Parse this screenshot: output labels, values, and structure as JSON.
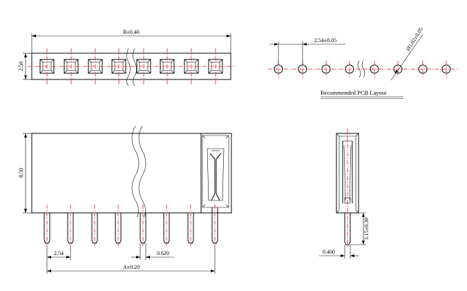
{
  "dimensions": {
    "overall_b": "B±0.40",
    "height_top": "2.50",
    "pitch_pcb": "2.54±0.05",
    "hole_dia": "Ø1.02±0.05",
    "height_side": "8.50",
    "pitch_front": "2.54",
    "pin_width": "0.620",
    "overall_a": "A±0.20",
    "tail_length": "3.15±0.30",
    "pin_thickness": "0.400"
  },
  "captions": {
    "pcb_layout": "Recommended PCB Layout"
  },
  "colors": {
    "centerline": "#e8151b",
    "outline": "#000000"
  }
}
